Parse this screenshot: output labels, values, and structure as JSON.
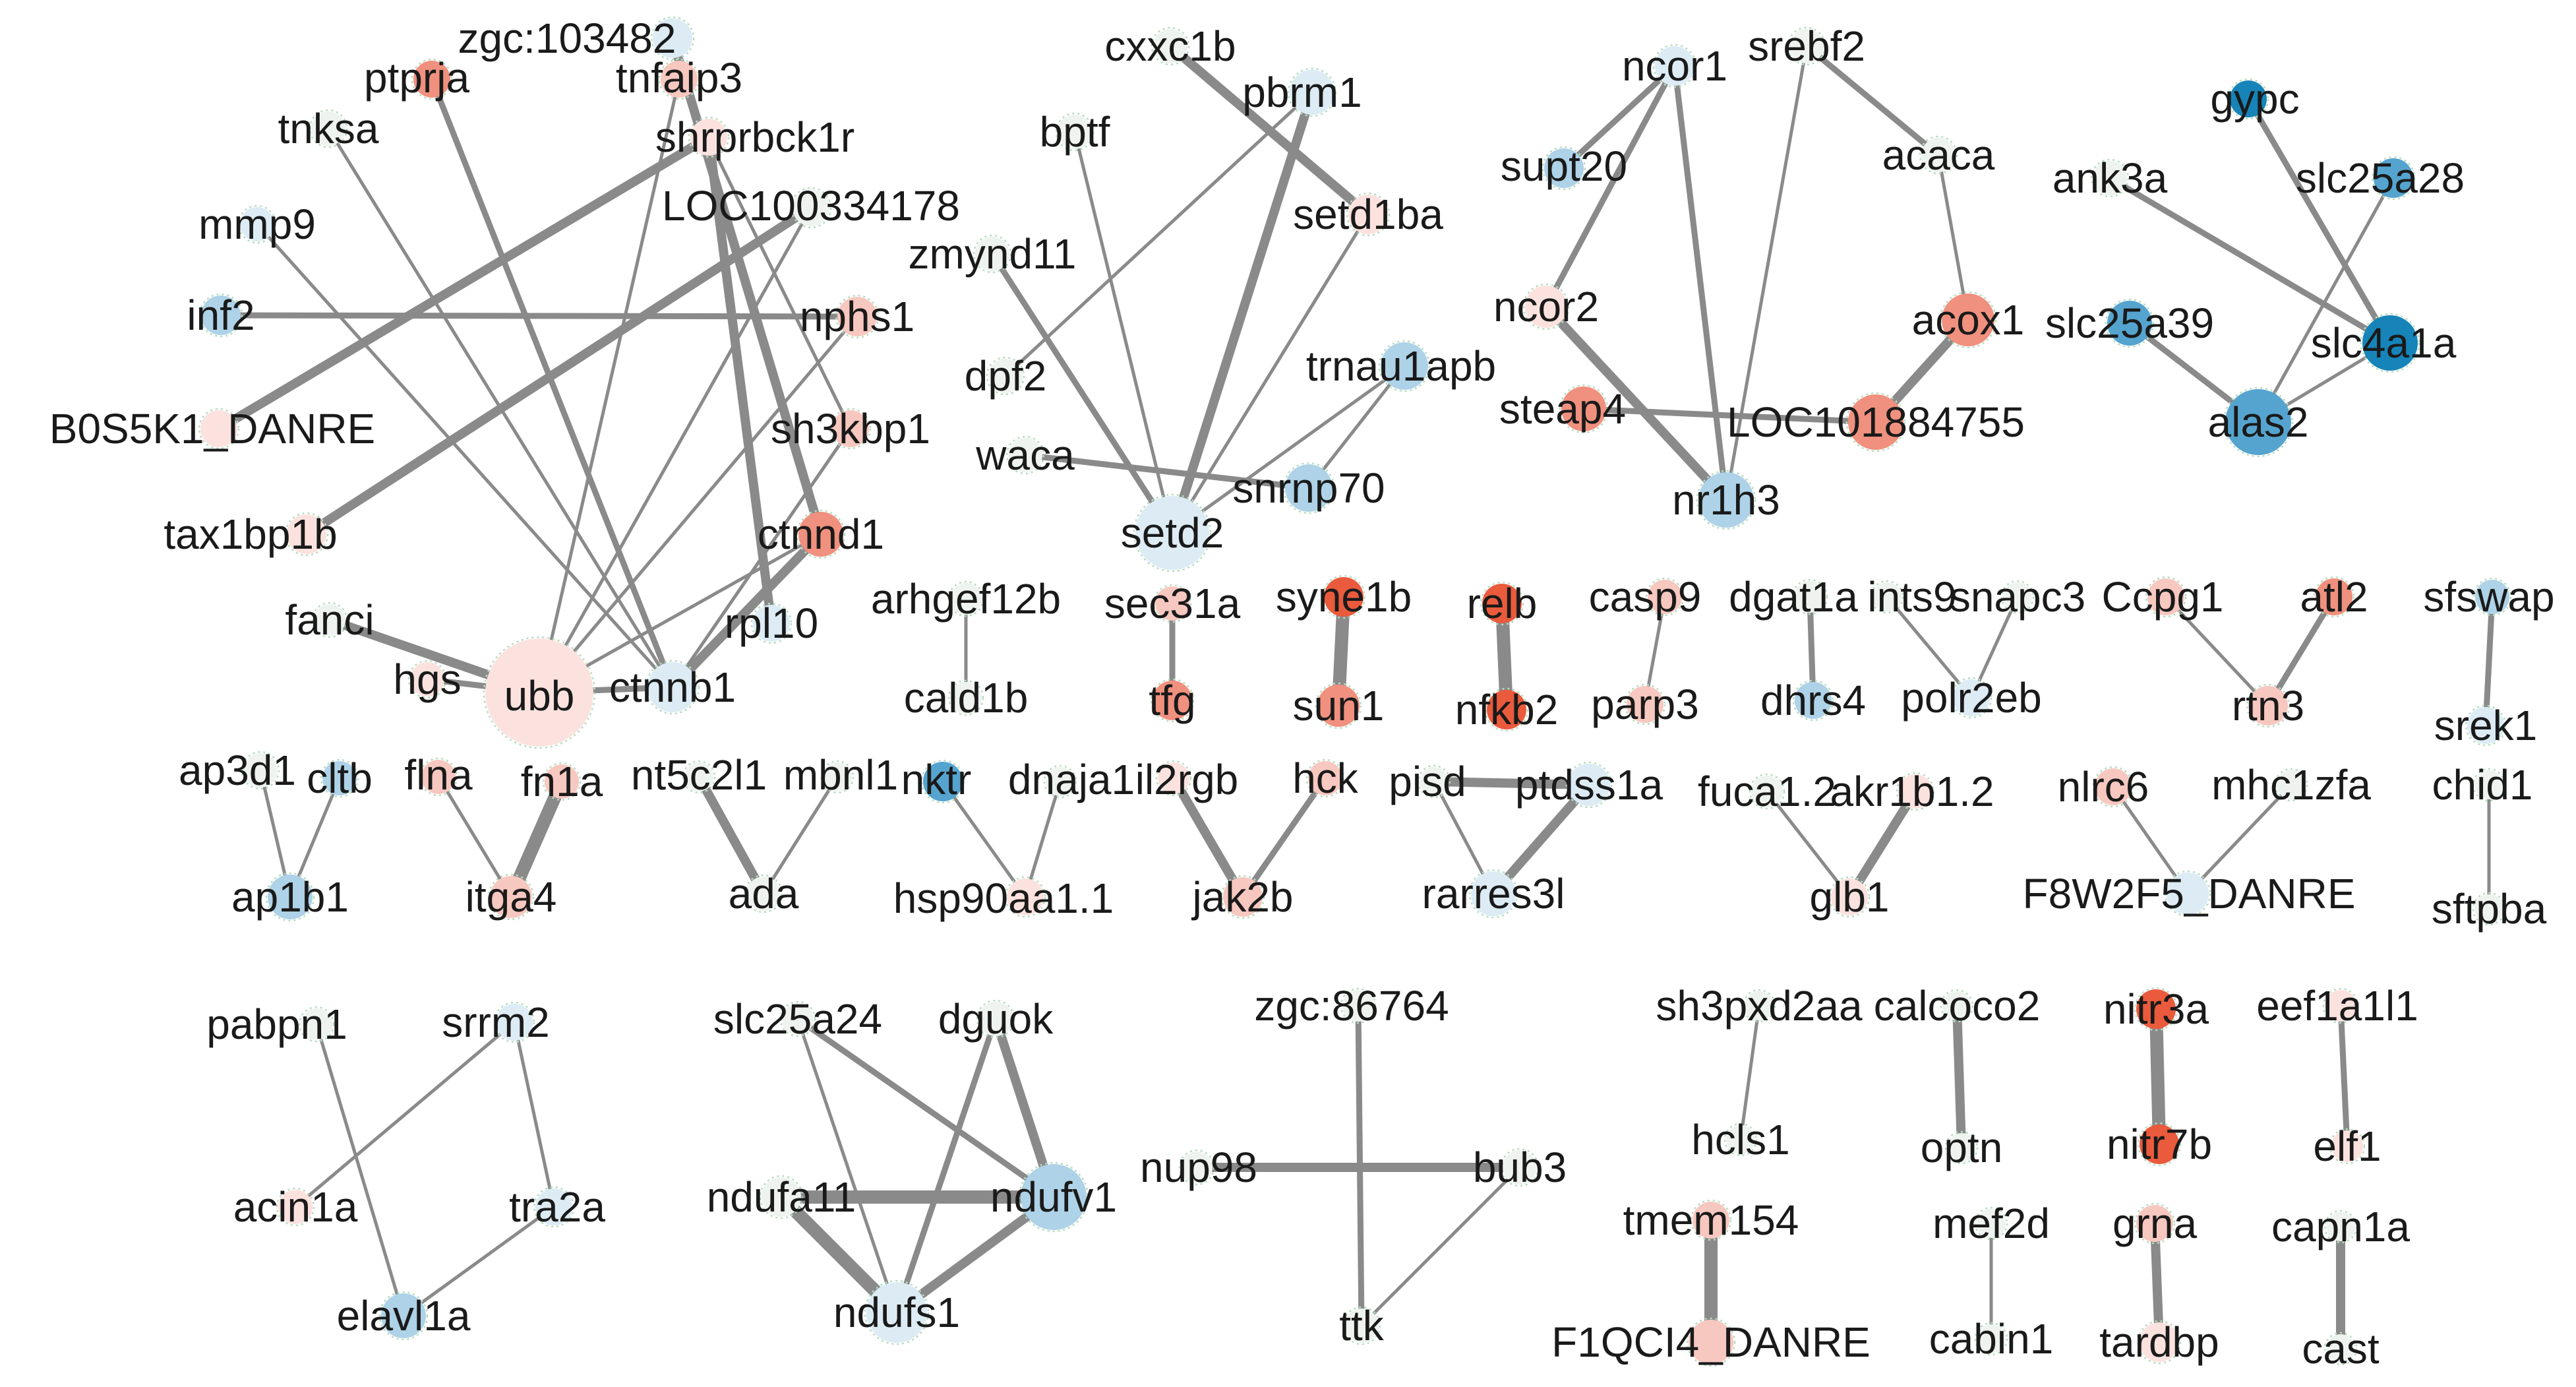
{
  "palette": {
    "edge": "#8a8a8a",
    "up_strong": "#ea5a3c",
    "up_mid": "#f0907e",
    "up_light": "#f7c8c0",
    "up_pale": "#fbe2de",
    "down_strong": "#1684b8",
    "down_mid": "#55a4cf",
    "down_light": "#aed2e7",
    "down_pale": "#dcebf4",
    "neutral": "#eef3f0"
  },
  "network": {
    "nodes": [
      {
        "id": "zgc:103482",
        "color": "down_pale"
      },
      {
        "id": "ptprja",
        "color": "up_mid"
      },
      {
        "id": "tnfaip3",
        "color": "up_light"
      },
      {
        "id": "tnksa",
        "color": "neutral"
      },
      {
        "id": "shrprbck1r",
        "color": "up_pale"
      },
      {
        "id": "LOC100334178",
        "color": "neutral"
      },
      {
        "id": "mmp9",
        "color": "down_pale"
      },
      {
        "id": "inf2",
        "color": "down_light"
      },
      {
        "id": "nphs1",
        "color": "up_light"
      },
      {
        "id": "B0S5K1_DANRE",
        "color": "up_pale"
      },
      {
        "id": "sh3kbp1",
        "color": "up_light"
      },
      {
        "id": "tax1bp1b",
        "color": "up_pale"
      },
      {
        "id": "ctnnd1",
        "color": "up_mid"
      },
      {
        "id": "fanci",
        "color": "neutral"
      },
      {
        "id": "rpl10",
        "color": "down_pale"
      },
      {
        "id": "hgs",
        "color": "up_pale"
      },
      {
        "id": "ubb",
        "color": "up_pale"
      },
      {
        "id": "ctnnb1",
        "color": "down_pale"
      },
      {
        "id": "cxxc1b",
        "color": "neutral"
      },
      {
        "id": "pbrm1",
        "color": "down_pale"
      },
      {
        "id": "bptf",
        "color": "neutral"
      },
      {
        "id": "setd1ba",
        "color": "up_pale"
      },
      {
        "id": "zmynd11",
        "color": "neutral"
      },
      {
        "id": "trnau1apb",
        "color": "down_light"
      },
      {
        "id": "dpf2",
        "color": "neutral"
      },
      {
        "id": "waca",
        "color": "neutral"
      },
      {
        "id": "snrnp70",
        "color": "down_light"
      },
      {
        "id": "setd2",
        "color": "down_pale"
      },
      {
        "id": "ncor1",
        "color": "down_pale"
      },
      {
        "id": "srebf2",
        "color": "neutral"
      },
      {
        "id": "supt20",
        "color": "down_light"
      },
      {
        "id": "acaca",
        "color": "neutral"
      },
      {
        "id": "ncor2",
        "color": "up_pale"
      },
      {
        "id": "acox1",
        "color": "up_mid"
      },
      {
        "id": "steap4",
        "color": "up_mid"
      },
      {
        "id": "LOC101884755",
        "color": "up_mid"
      },
      {
        "id": "nr1h3",
        "color": "down_light"
      },
      {
        "id": "gypc",
        "color": "down_strong"
      },
      {
        "id": "ank3a",
        "color": "neutral"
      },
      {
        "id": "slc25a28",
        "color": "down_mid"
      },
      {
        "id": "slc25a39",
        "color": "down_mid"
      },
      {
        "id": "slc4a1a",
        "color": "down_strong"
      },
      {
        "id": "alas2",
        "color": "down_mid"
      },
      {
        "id": "arhgef12b",
        "color": "neutral"
      },
      {
        "id": "cald1b",
        "color": "neutral"
      },
      {
        "id": "sec31a",
        "color": "up_light"
      },
      {
        "id": "tfg",
        "color": "up_mid"
      },
      {
        "id": "syne1b",
        "color": "up_strong"
      },
      {
        "id": "sun1",
        "color": "up_mid"
      },
      {
        "id": "relb",
        "color": "up_strong"
      },
      {
        "id": "nfkb2",
        "color": "up_strong"
      },
      {
        "id": "casp9",
        "color": "up_light"
      },
      {
        "id": "parp3",
        "color": "up_light"
      },
      {
        "id": "dgat1a",
        "color": "neutral"
      },
      {
        "id": "dhrs4",
        "color": "down_light"
      },
      {
        "id": "ints9",
        "color": "neutral"
      },
      {
        "id": "snapc3",
        "color": "neutral"
      },
      {
        "id": "polr2eb",
        "color": "down_pale"
      },
      {
        "id": "Ccpg1",
        "color": "up_light"
      },
      {
        "id": "rtn3",
        "color": "up_light"
      },
      {
        "id": "atl2",
        "color": "up_mid"
      },
      {
        "id": "sfswap",
        "color": "down_light"
      },
      {
        "id": "srek1",
        "color": "down_pale"
      },
      {
        "id": "ap3d1",
        "color": "neutral"
      },
      {
        "id": "cltb",
        "color": "down_light"
      },
      {
        "id": "ap1b1",
        "color": "down_light"
      },
      {
        "id": "flna",
        "color": "up_light"
      },
      {
        "id": "fn1a",
        "color": "up_light"
      },
      {
        "id": "itga4",
        "color": "up_light"
      },
      {
        "id": "nt5c2l1",
        "color": "neutral"
      },
      {
        "id": "mbnl1",
        "color": "neutral"
      },
      {
        "id": "ada",
        "color": "neutral"
      },
      {
        "id": "nktr",
        "color": "down_mid"
      },
      {
        "id": "dnaja1",
        "color": "neutral"
      },
      {
        "id": "hsp90aa1.1",
        "color": "up_pale"
      },
      {
        "id": "il2rgb",
        "color": "up_pale"
      },
      {
        "id": "hck",
        "color": "up_light"
      },
      {
        "id": "jak2b",
        "color": "up_light"
      },
      {
        "id": "pisd",
        "color": "neutral"
      },
      {
        "id": "ptdss1a",
        "color": "down_pale"
      },
      {
        "id": "rarres3l",
        "color": "down_pale"
      },
      {
        "id": "fuca1.2",
        "color": "neutral"
      },
      {
        "id": "akr1b1.2",
        "color": "up_pale"
      },
      {
        "id": "glb1",
        "color": "up_pale"
      },
      {
        "id": "nlrc6",
        "color": "up_light"
      },
      {
        "id": "mhc1zfa",
        "color": "neutral"
      },
      {
        "id": "F8W2F5_DANRE",
        "color": "down_pale"
      },
      {
        "id": "chid1",
        "color": "neutral"
      },
      {
        "id": "sftpba",
        "color": "neutral"
      },
      {
        "id": "pabpn1",
        "color": "neutral"
      },
      {
        "id": "srrm2",
        "color": "down_pale"
      },
      {
        "id": "acin1a",
        "color": "up_pale"
      },
      {
        "id": "tra2a",
        "color": "down_pale"
      },
      {
        "id": "elavl1a",
        "color": "down_light"
      },
      {
        "id": "slc25a24",
        "color": "neutral"
      },
      {
        "id": "dguok",
        "color": "neutral"
      },
      {
        "id": "ndufa11",
        "color": "neutral"
      },
      {
        "id": "ndufv1",
        "color": "down_light"
      },
      {
        "id": "ndufs1",
        "color": "down_pale"
      },
      {
        "id": "zgc:86764",
        "color": "neutral"
      },
      {
        "id": "nup98",
        "color": "neutral"
      },
      {
        "id": "bub3",
        "color": "neutral"
      },
      {
        "id": "ttk",
        "color": "neutral"
      },
      {
        "id": "sh3pxd2aa",
        "color": "neutral"
      },
      {
        "id": "hcls1",
        "color": "neutral"
      },
      {
        "id": "calcoco2",
        "color": "neutral"
      },
      {
        "id": "optn",
        "color": "neutral"
      },
      {
        "id": "nitr3a",
        "color": "up_strong"
      },
      {
        "id": "nitr7b",
        "color": "up_strong"
      },
      {
        "id": "eef1a1l1",
        "color": "up_pale"
      },
      {
        "id": "elf1",
        "color": "up_pale"
      },
      {
        "id": "tmem154",
        "color": "up_light"
      },
      {
        "id": "F1QCI4_DANRE",
        "color": "up_light"
      },
      {
        "id": "mef2d",
        "color": "neutral"
      },
      {
        "id": "cabin1",
        "color": "neutral"
      },
      {
        "id": "grna",
        "color": "up_light"
      },
      {
        "id": "tardbp",
        "color": "up_pale"
      },
      {
        "id": "capn1a",
        "color": "neutral"
      },
      {
        "id": "cast",
        "color": "neutral"
      }
    ],
    "edges": [
      {
        "s": "zgc:103482",
        "t": "ctnnd1",
        "w": 3
      },
      {
        "s": "ptprja",
        "t": "ctnnb1",
        "w": 2
      },
      {
        "s": "tnfaip3",
        "t": "ubb",
        "w": 1
      },
      {
        "s": "tnksa",
        "t": "ctnnb1",
        "w": 1
      },
      {
        "s": "shrprbck1r",
        "t": "B0S5K1_DANRE",
        "w": 3
      },
      {
        "s": "shrprbck1r",
        "t": "rpl10",
        "w": 3
      },
      {
        "s": "LOC100334178",
        "t": "tax1bp1b",
        "w": 3
      },
      {
        "s": "LOC100334178",
        "t": "ubb",
        "w": 1
      },
      {
        "s": "mmp9",
        "t": "ctnnb1",
        "w": 1
      },
      {
        "s": "inf2",
        "t": "nphs1",
        "w": 2
      },
      {
        "s": "sh3kbp1",
        "t": "tnfaip3",
        "w": 1
      },
      {
        "s": "ubb",
        "t": "ctnnd1",
        "w": 1
      },
      {
        "s": "hgs",
        "t": "ubb",
        "w": 2
      },
      {
        "s": "fanci",
        "t": "ubb",
        "w": 3
      },
      {
        "s": "ubb",
        "t": "ctnnb1",
        "w": 2
      },
      {
        "s": "ctnnb1",
        "t": "ctnnd1",
        "w": 3
      },
      {
        "s": "nphs1",
        "t": "ubb",
        "w": 1
      },
      {
        "s": "sh3kbp1",
        "t": "ctnnb1",
        "w": 1
      },
      {
        "s": "cxxc1b",
        "t": "setd1ba",
        "w": 3
      },
      {
        "s": "pbrm1",
        "t": "setd2",
        "w": 3
      },
      {
        "s": "pbrm1",
        "t": "dpf2",
        "w": 1
      },
      {
        "s": "bptf",
        "t": "setd2",
        "w": 1
      },
      {
        "s": "zmynd11",
        "t": "setd2",
        "w": 2
      },
      {
        "s": "trnau1apb",
        "t": "snrnp70",
        "w": 1
      },
      {
        "s": "trnau1apb",
        "t": "setd2",
        "w": 1
      },
      {
        "s": "waca",
        "t": "snrnp70",
        "w": 2
      },
      {
        "s": "setd1ba",
        "t": "setd2",
        "w": 1
      },
      {
        "s": "ncor1",
        "t": "supt20",
        "w": 2
      },
      {
        "s": "ncor1",
        "t": "ncor2",
        "w": 2
      },
      {
        "s": "ncor1",
        "t": "nr1h3",
        "w": 2
      },
      {
        "s": "srebf2",
        "t": "acaca",
        "w": 2
      },
      {
        "s": "srebf2",
        "t": "nr1h3",
        "w": 1
      },
      {
        "s": "acaca",
        "t": "acox1",
        "w": 1
      },
      {
        "s": "acox1",
        "t": "LOC101884755",
        "w": 3
      },
      {
        "s": "ncor2",
        "t": "nr1h3",
        "w": 3
      },
      {
        "s": "steap4",
        "t": "LOC101884755",
        "w": 2
      },
      {
        "s": "gypc",
        "t": "slc4a1a",
        "w": 2
      },
      {
        "s": "ank3a",
        "t": "slc4a1a",
        "w": 2
      },
      {
        "s": "slc25a28",
        "t": "alas2",
        "w": 1
      },
      {
        "s": "slc25a39",
        "t": "alas2",
        "w": 2
      },
      {
        "s": "slc4a1a",
        "t": "alas2",
        "w": 1
      },
      {
        "s": "arhgef12b",
        "t": "cald1b",
        "w": 1
      },
      {
        "s": "sec31a",
        "t": "tfg",
        "w": 2
      },
      {
        "s": "syne1b",
        "t": "sun1",
        "w": 4
      },
      {
        "s": "relb",
        "t": "nfkb2",
        "w": 4
      },
      {
        "s": "casp9",
        "t": "parp3",
        "w": 1
      },
      {
        "s": "dgat1a",
        "t": "dhrs4",
        "w": 2
      },
      {
        "s": "ints9",
        "t": "polr2eb",
        "w": 1
      },
      {
        "s": "snapc3",
        "t": "polr2eb",
        "w": 1
      },
      {
        "s": "Ccpg1",
        "t": "rtn3",
        "w": 1
      },
      {
        "s": "atl2",
        "t": "rtn3",
        "w": 2
      },
      {
        "s": "sfswap",
        "t": "srek1",
        "w": 2
      },
      {
        "s": "ap3d1",
        "t": "ap1b1",
        "w": 1
      },
      {
        "s": "cltb",
        "t": "ap1b1",
        "w": 1
      },
      {
        "s": "flna",
        "t": "itga4",
        "w": 1
      },
      {
        "s": "fn1a",
        "t": "itga4",
        "w": 4
      },
      {
        "s": "nt5c2l1",
        "t": "ada",
        "w": 3
      },
      {
        "s": "mbnl1",
        "t": "ada",
        "w": 1
      },
      {
        "s": "nktr",
        "t": "hsp90aa1.1",
        "w": 1
      },
      {
        "s": "dnaja1",
        "t": "hsp90aa1.1",
        "w": 1
      },
      {
        "s": "il2rgb",
        "t": "jak2b",
        "w": 3
      },
      {
        "s": "hck",
        "t": "jak2b",
        "w": 2
      },
      {
        "s": "pisd",
        "t": "ptdss1a",
        "w": 3
      },
      {
        "s": "pisd",
        "t": "rarres3l",
        "w": 1
      },
      {
        "s": "ptdss1a",
        "t": "rarres3l",
        "w": 3
      },
      {
        "s": "fuca1.2",
        "t": "glb1",
        "w": 1
      },
      {
        "s": "akr1b1.2",
        "t": "glb1",
        "w": 3
      },
      {
        "s": "nlrc6",
        "t": "F8W2F5_DANRE",
        "w": 1
      },
      {
        "s": "mhc1zfa",
        "t": "F8W2F5_DANRE",
        "w": 1
      },
      {
        "s": "chid1",
        "t": "sftpba",
        "w": 1
      },
      {
        "s": "pabpn1",
        "t": "elavl1a",
        "w": 1
      },
      {
        "s": "srrm2",
        "t": "acin1a",
        "w": 1
      },
      {
        "s": "srrm2",
        "t": "tra2a",
        "w": 1
      },
      {
        "s": "tra2a",
        "t": "elavl1a",
        "w": 1
      },
      {
        "s": "slc25a24",
        "t": "ndufv1",
        "w": 2
      },
      {
        "s": "slc25a24",
        "t": "ndufs1",
        "w": 1
      },
      {
        "s": "dguok",
        "t": "ndufv1",
        "w": 3
      },
      {
        "s": "dguok",
        "t": "ndufs1",
        "w": 2
      },
      {
        "s": "ndufa11",
        "t": "ndufv1",
        "w": 4
      },
      {
        "s": "ndufa11",
        "t": "ndufs1",
        "w": 4
      },
      {
        "s": "ndufv1",
        "t": "ndufs1",
        "w": 3
      },
      {
        "s": "zgc:86764",
        "t": "ttk",
        "w": 2
      },
      {
        "s": "nup98",
        "t": "bub3",
        "w": 3
      },
      {
        "s": "bub3",
        "t": "ttk",
        "w": 1
      },
      {
        "s": "sh3pxd2aa",
        "t": "hcls1",
        "w": 1
      },
      {
        "s": "calcoco2",
        "t": "optn",
        "w": 3
      },
      {
        "s": "nitr3a",
        "t": "nitr7b",
        "w": 4
      },
      {
        "s": "eef1a1l1",
        "t": "elf1",
        "w": 2
      },
      {
        "s": "tmem154",
        "t": "F1QCI4_DANRE",
        "w": 4
      },
      {
        "s": "mef2d",
        "t": "cabin1",
        "w": 1
      },
      {
        "s": "grna",
        "t": "tardbp",
        "w": 3
      },
      {
        "s": "capn1a",
        "t": "cast",
        "w": 3
      }
    ]
  }
}
